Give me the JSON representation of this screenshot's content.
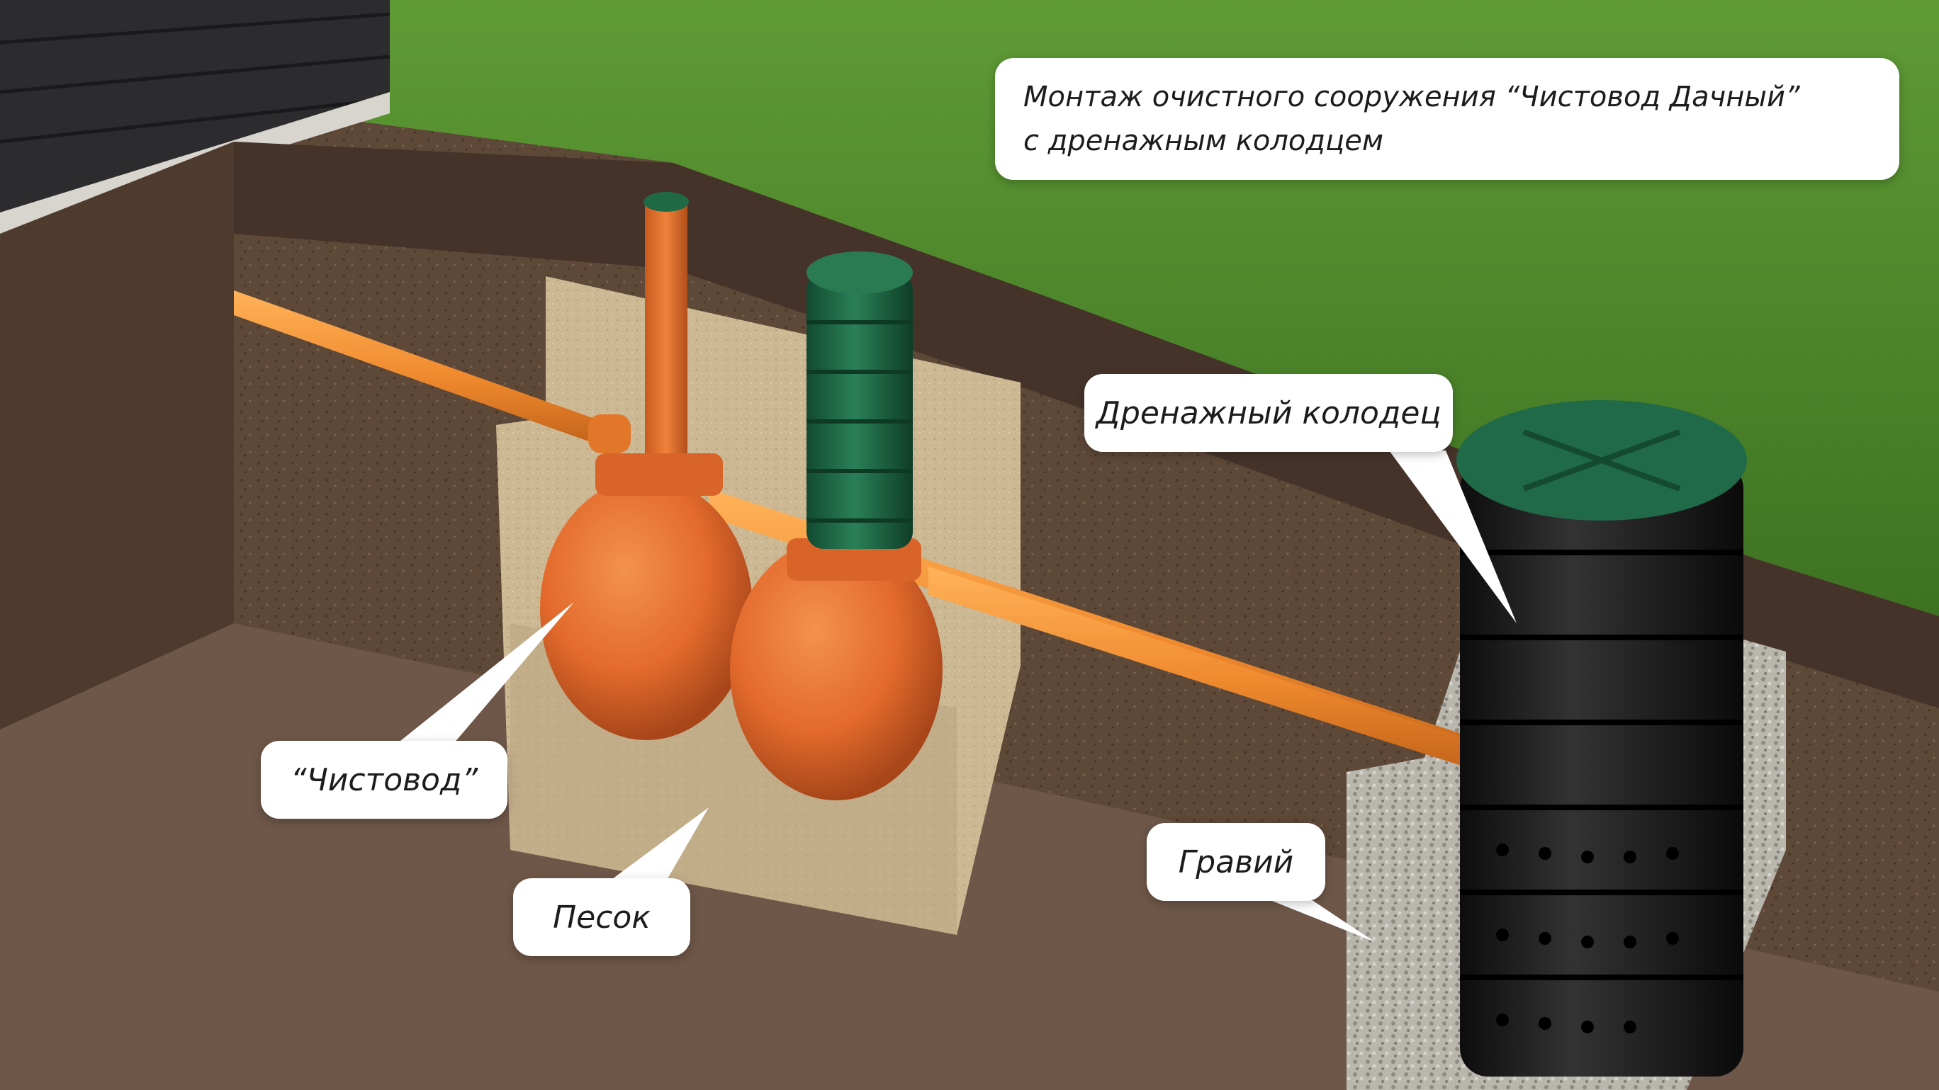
{
  "labels": {
    "title_line1": "Монтаж очистного сооружения  “Чистовод Дачный”",
    "title_line2": "с дренажным колодцем",
    "drainage_well": "Дренажный колодец",
    "chistovod": "“Чистовод”",
    "sand": "Песок",
    "gravel": "Гравий"
  },
  "colors": {
    "grass": "#4f8a2c",
    "grass_dark": "#3b6e20",
    "soil": "#5e4838",
    "soil_dark": "#45332a",
    "soil_floor": "#6e5748",
    "sand": "#cdb894",
    "gravel": "#b9b6ae",
    "tank_orange": "#e26a2c",
    "pipe_orange": "#f08a2e",
    "green_neck": "#1f6a45",
    "drain_black": "#1c1c1c",
    "drain_lid": "#216a49",
    "brick": "#2c2c2e",
    "callout_bg": "#ffffff"
  }
}
